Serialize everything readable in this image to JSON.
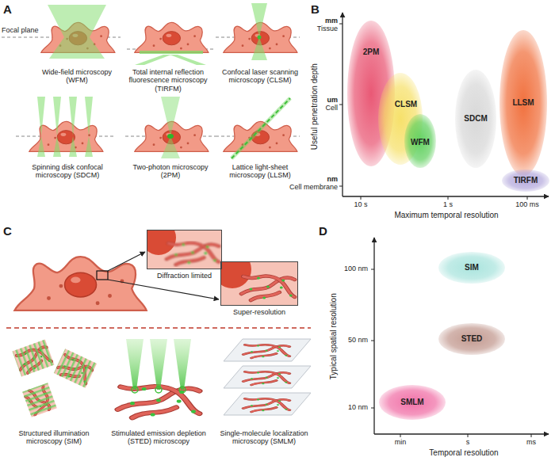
{
  "diagram": {
    "nodes": [
      {
        "text": [
          "2PM"
        ]
      },
      {
        "text": [
          "CLSM"
        ]
      },
      {
        "text": [
          "WFM"
        ]
      },
      {
        "text": [
          "SDCM"
        ]
      },
      {
        "text": [
          "LLSM"
        ]
      },
      {
        "text": [
          "TIRFM"
        ]
      },
      {
        "text": [
          "Diffraction limited"
        ]
      },
      {
        "text": [
          "Super-resolution"
        ]
      },
      {
        "text": [
          "SIM"
        ]
      },
      {
        "text": [
          "STED"
        ]
      },
      {
        "text": [
          "SMLM"
        ]
      }
    ],
    "labels": [
      "A",
      "Focal plane",
      "Wide-field microscopy (WFM)",
      "Total internal reflection fluorescence microscopy (TIRFM)",
      "Confocal laser scanning microscopy (CLSM)",
      "Spinning disk confocal microscopy (SDCM)",
      "Two-photon microscopy (2PM)",
      "Lattice light-sheet microscopy (LLSM)",
      "B",
      "mm",
      "Tissue",
      "um",
      "Cell",
      "nm",
      "Cell membrane",
      "Useful penetration depth",
      "10 s",
      "1 s",
      "100 ms",
      "Maximum temporal resolution",
      "C",
      "Structured illumination microscopy (SIM)",
      "Stimulated emission depletion (STED) microscopy",
      "Single-molecule localization microscopy (SMLM)",
      "D",
      "100 nm",
      "50 nm",
      "10 nm",
      "Typical spatial resolution",
      "min",
      "s",
      "ms",
      "Temporal resolution"
    ]
  }
}
